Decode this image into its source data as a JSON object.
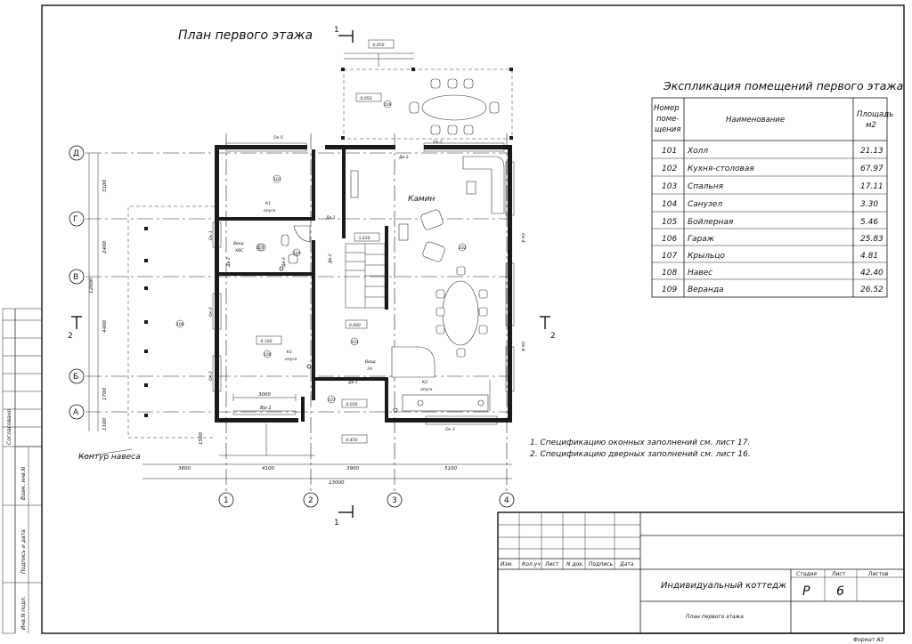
{
  "plan": {
    "title": "План первого этажа",
    "section_mark": "1",
    "section_mark_2": "2",
    "contour_label": "Контур навеса",
    "fireplace_label": "Камин"
  },
  "levels": [
    "-0.450",
    "-0.050",
    "-0.450",
    "-0.030",
    "0.000",
    "-0.100",
    "-1.630",
    "0.000"
  ],
  "axes": {
    "letters": [
      "Д",
      "Г",
      "В",
      "Б",
      "А"
    ],
    "numbers": [
      "1",
      "2",
      "3",
      "4"
    ]
  },
  "dimensions": {
    "bottom": [
      "3600",
      "4100",
      "3900",
      "5100"
    ],
    "total": "13000",
    "left": [
      "3100",
      "2400",
      "4400",
      "1700",
      "1100"
    ],
    "left_total": "12000",
    "opening": "3000",
    "vertical_1500": "1500"
  },
  "labels": {
    "ok5a": "Ок-5",
    "ok5b": "Ок-5",
    "ok1": "Ок-1",
    "ok2a": "Ок-2",
    "ok2b": "Ок-2",
    "ok3": "Ок-3",
    "ok4a": "Ок-4",
    "ok4b": "Ок-4",
    "dv1a": "Дв-1",
    "dv1b": "Дв-1",
    "dv2a": "Дв-2",
    "dv2b": "Дв-2",
    "dv2c": "Дв-2",
    "dv3": "Дв-3",
    "vr1": "Вр-1",
    "k1a": "К1",
    "k1a_sub": "опуск",
    "k1b": "К1",
    "k1b_sub": "опуск",
    "k2": "К2",
    "k2_sub": "опуск",
    "vvod_hvs_1": "Ввод",
    "vvod_hvs_2": "ХВС",
    "vvod_el_1": "Ввод",
    "vvod_el_2": "Эл"
  },
  "room_numbers": [
    "101",
    "102",
    "103",
    "104",
    "105",
    "106",
    "107",
    "108",
    "109"
  ],
  "explication": {
    "title": "Экспликация помещений первого этажа",
    "headers": {
      "num_1": "Номер",
      "num_2": "поме-",
      "num_3": "щения",
      "name": "Наименование",
      "area_1": "Площадь",
      "area_2": "м2"
    },
    "rows": [
      {
        "num": "101",
        "name": "Холл",
        "area": "21.13"
      },
      {
        "num": "102",
        "name": "Кухня-столовая",
        "area": "67.97"
      },
      {
        "num": "103",
        "name": "Спальня",
        "area": "17.11"
      },
      {
        "num": "104",
        "name": "Санузел",
        "area": "3.30"
      },
      {
        "num": "105",
        "name": "Бойлерная",
        "area": "5.46"
      },
      {
        "num": "106",
        "name": "Гараж",
        "area": "25.83"
      },
      {
        "num": "107",
        "name": "Крыльцо",
        "area": "4.81"
      },
      {
        "num": "108",
        "name": "Навес",
        "area": "42.40"
      },
      {
        "num": "109",
        "name": "Веранда",
        "area": "26.52"
      }
    ]
  },
  "notes": [
    "1.  Спецификацию оконных заполнений см. лист  17.",
    "2. Спецификацию дверных заполнений см. лист 16."
  ],
  "stamp": {
    "cols": [
      "Изм.",
      "Кол.уч",
      "Лист",
      "N док.",
      "Подпись",
      "Дата"
    ],
    "project": "Индивидуальный коттедж",
    "sheet_title": "План первого этажа",
    "stage_label": "Стадия",
    "sheet_label": "Лист",
    "sheets_label": "Листов",
    "stage": "Р",
    "sheet": "6",
    "format": "Формат А3"
  },
  "side_stamp": {
    "agreed": "Согласовано",
    "inv_zam": "Взам. инв.N",
    "sign_date": "Подпись и дата",
    "inv_orig": "Инв.N подл."
  }
}
